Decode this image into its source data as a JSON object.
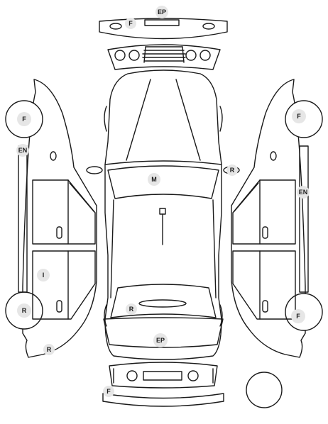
{
  "markers": {
    "front_bumper_ep": "EP",
    "front_bumper_f": "F",
    "roof_m": "M",
    "mirror_r": "R",
    "trunk_r": "R",
    "rear_ep": "EP",
    "rear_bumper_f": "F",
    "left_front_wheel_f": "F",
    "left_en": "EN",
    "left_door_i": "I",
    "left_rear_wheel_r": "R",
    "left_rear_quarter_r": "R",
    "right_front_wheel_f": "F",
    "right_en": "EN",
    "right_rear_wheel_f": "F"
  },
  "colors": {
    "line": "#1a1a1a",
    "marker_fill": "#e6e6e6"
  }
}
